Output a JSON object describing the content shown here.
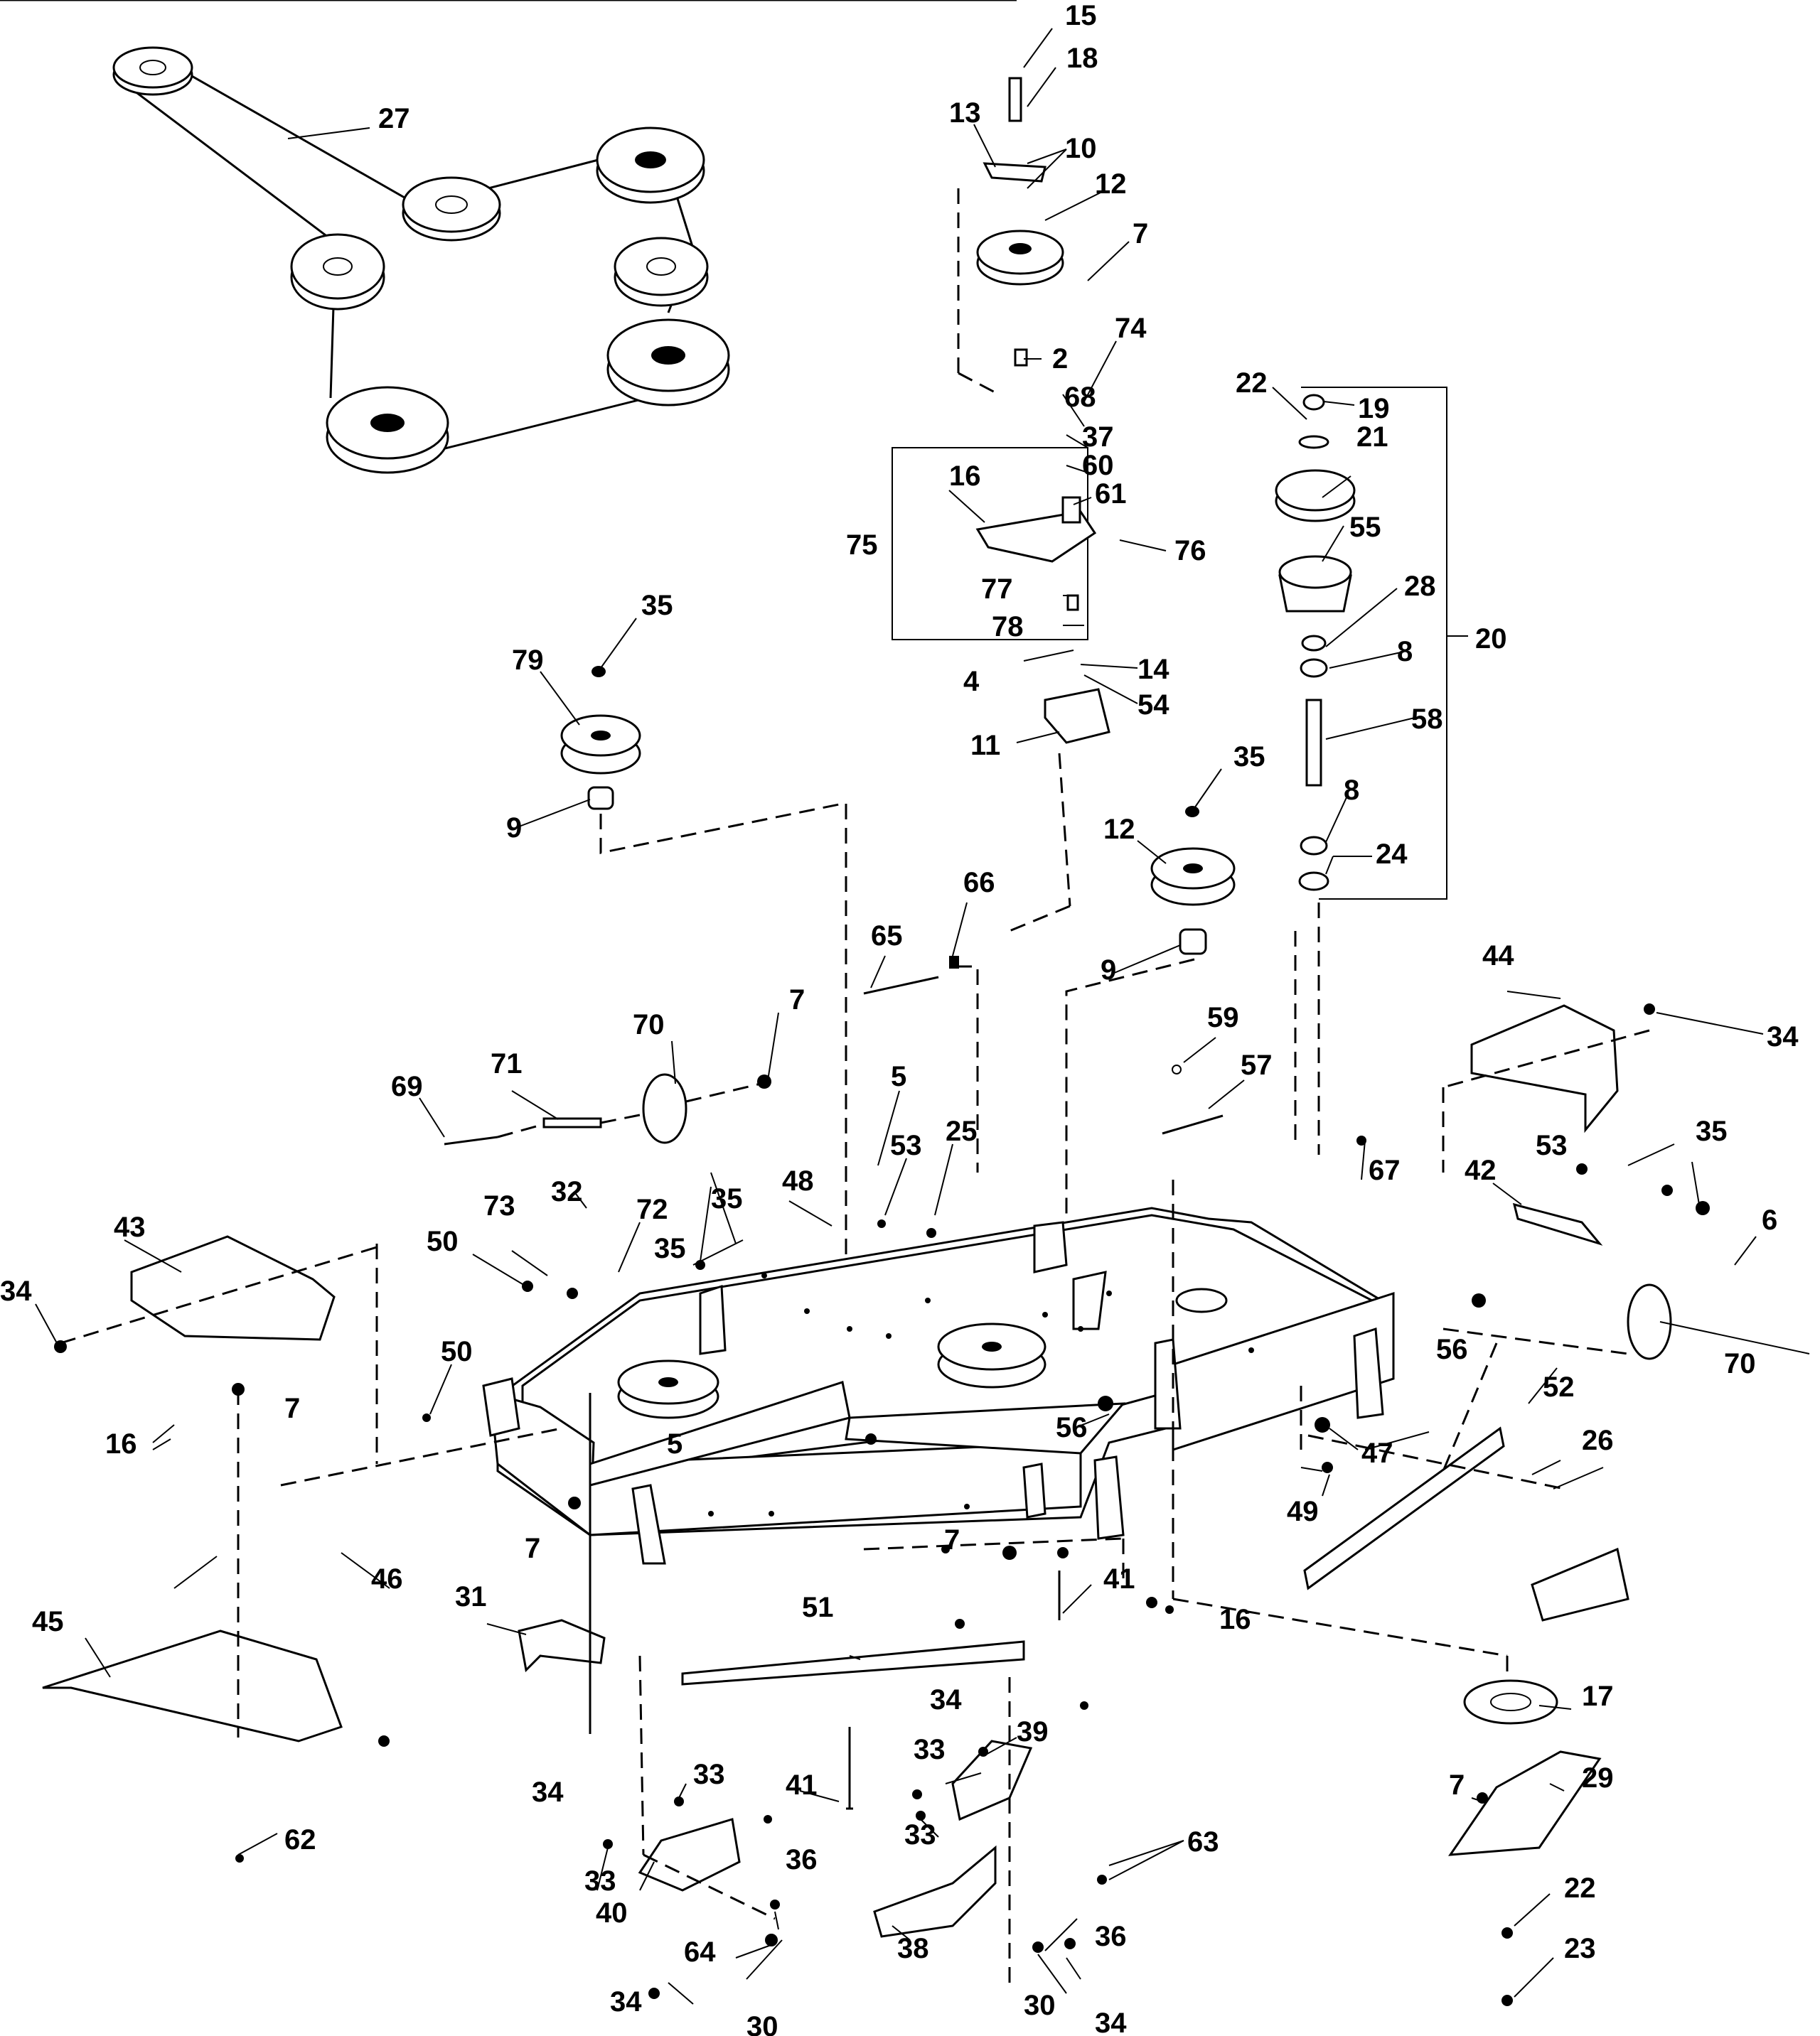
{
  "callouts": [
    "15",
    "18",
    "13",
    "10",
    "12",
    "7",
    "27",
    "74",
    "2",
    "68",
    "37",
    "60",
    "16",
    "61",
    "75",
    "76",
    "22",
    "19",
    "21",
    "55",
    "28",
    "20",
    "8",
    "58",
    "24",
    "77",
    "78",
    "4",
    "14",
    "54",
    "11",
    "35",
    "79",
    "9",
    "66",
    "65",
    "59",
    "57",
    "44",
    "34",
    "70",
    "69",
    "71",
    "5",
    "53",
    "25",
    "67",
    "42",
    "6",
    "43",
    "73",
    "32",
    "72",
    "50",
    "48",
    "56",
    "47",
    "52",
    "26",
    "49",
    "41",
    "31",
    "51",
    "46",
    "45",
    "62",
    "39",
    "33",
    "40",
    "36",
    "64",
    "30",
    "38",
    "63",
    "17",
    "29",
    "23"
  ],
  "colors": {
    "ink": "#000000",
    "paper": "#ffffff"
  }
}
